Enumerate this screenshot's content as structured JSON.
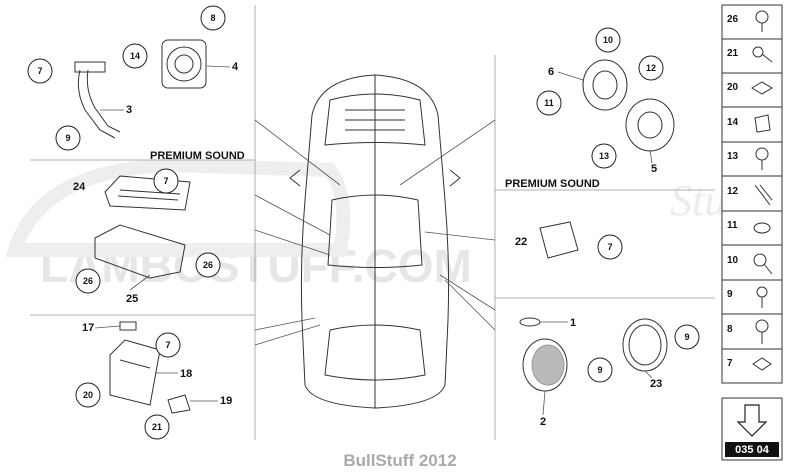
{
  "labels": {
    "premium_sound_left": "PREMIUM SOUND",
    "premium_sound_right": "PREMIUM SOUND",
    "page_code": "035 04",
    "footer": "BullStuff 2012"
  },
  "callouts_circled": [
    "7",
    "14",
    "8",
    "9",
    "24",
    "7",
    "26",
    "26",
    "7",
    "20",
    "21",
    "10",
    "12",
    "11",
    "13",
    "22",
    "7",
    "9",
    "9"
  ],
  "callouts_plain": [
    "4",
    "3",
    "25",
    "17",
    "18",
    "19",
    "6",
    "5",
    "1",
    "2",
    "23"
  ],
  "side_column": [
    "26",
    "21",
    "20",
    "14",
    "13",
    "12",
    "11",
    "10",
    "9",
    "8",
    "7"
  ],
  "colors": {
    "line": "#333333",
    "watermark": "#e6e6e6"
  }
}
